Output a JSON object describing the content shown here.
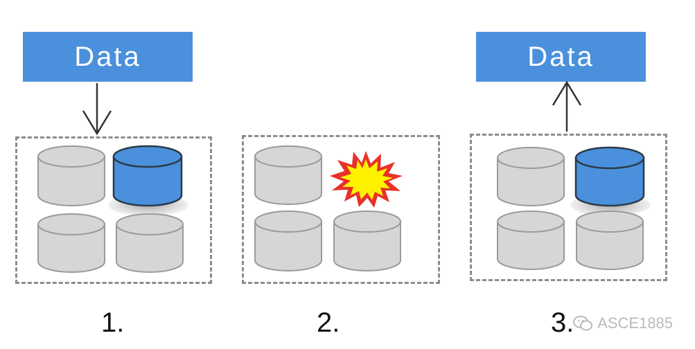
{
  "panels": [
    {
      "data_label": "Data",
      "step": "1.",
      "arrow": "into-storage",
      "highlight": "healthy"
    },
    {
      "data_label": "",
      "step": "2.",
      "arrow": "none",
      "highlight": "failed"
    },
    {
      "data_label": "Data",
      "step": "3.",
      "arrow": "out-of-storage",
      "highlight": "healthy"
    }
  ],
  "colors": {
    "data_box": "#4a90dc",
    "disk_gray": "#d6d6d6",
    "disk_blue": "#4a90dc",
    "burst_red": "#e8312a",
    "burst_yellow": "#fff200"
  },
  "icons": {
    "disk": "database-cylinder-icon",
    "failure": "explosion-burst-icon",
    "watermark": "wechat-icon"
  },
  "watermark": {
    "text": "ASCE1885"
  }
}
